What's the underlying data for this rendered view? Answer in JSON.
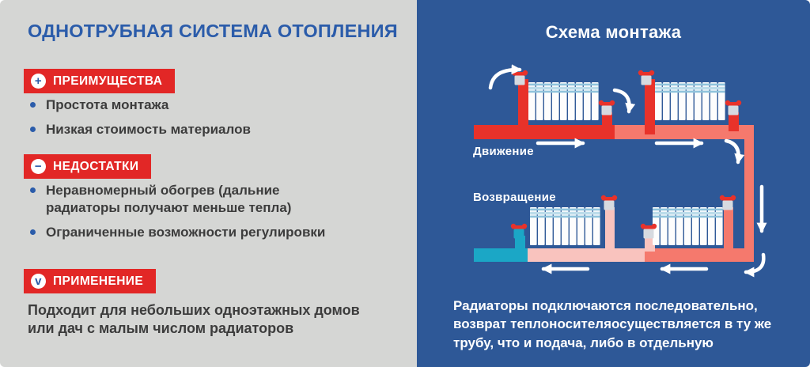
{
  "left_panel": {
    "title": "ОДНОТРУБНАЯ СИСТЕМА ОТОПЛЕНИЯ",
    "sections": {
      "advantages": {
        "label": "ПРЕИМУЩЕСТВА",
        "icon": "plus-circle-icon",
        "icon_glyph": "+",
        "items": [
          "Простота монтажа",
          "Низкая стоимость материалов"
        ]
      },
      "disadvantages": {
        "label": "НЕДОСТАТКИ",
        "icon": "minus-circle-icon",
        "icon_glyph": "−",
        "items": [
          "Неравномерный обогрев (дальние радиаторы получают меньше тепла)",
          "Ограниченные возможности регулировки"
        ]
      },
      "application": {
        "label": "ПРИМЕНЕНИЕ",
        "icon": "check-circle-icon",
        "icon_glyph": "v",
        "text": "Подходит для небольших одноэтажных домов или дач с малым числом радиаторов"
      }
    }
  },
  "right_panel": {
    "title": "Схема монтажа",
    "flow_labels": {
      "supply": "Движение",
      "return": "Возвращение"
    },
    "caption_lines": [
      "Радиаторы подключаются последовательно,",
      "возврат теплоносителяосуществляется в ту же",
      "трубу, что и подача, либо в отдельную"
    ]
  },
  "colors": {
    "left_background": "#d5d6d4",
    "right_background": "#2e5897",
    "accent_blue": "#2b5caa",
    "badge_red": "#e22726",
    "pipe_hot": "#e8322a",
    "pipe_warm": "#f5796d",
    "pipe_cool": "#f9c3be",
    "pipe_cold": "#1ba7c6",
    "text_dark": "#3c3c3c",
    "text_light": "#ffffff"
  }
}
